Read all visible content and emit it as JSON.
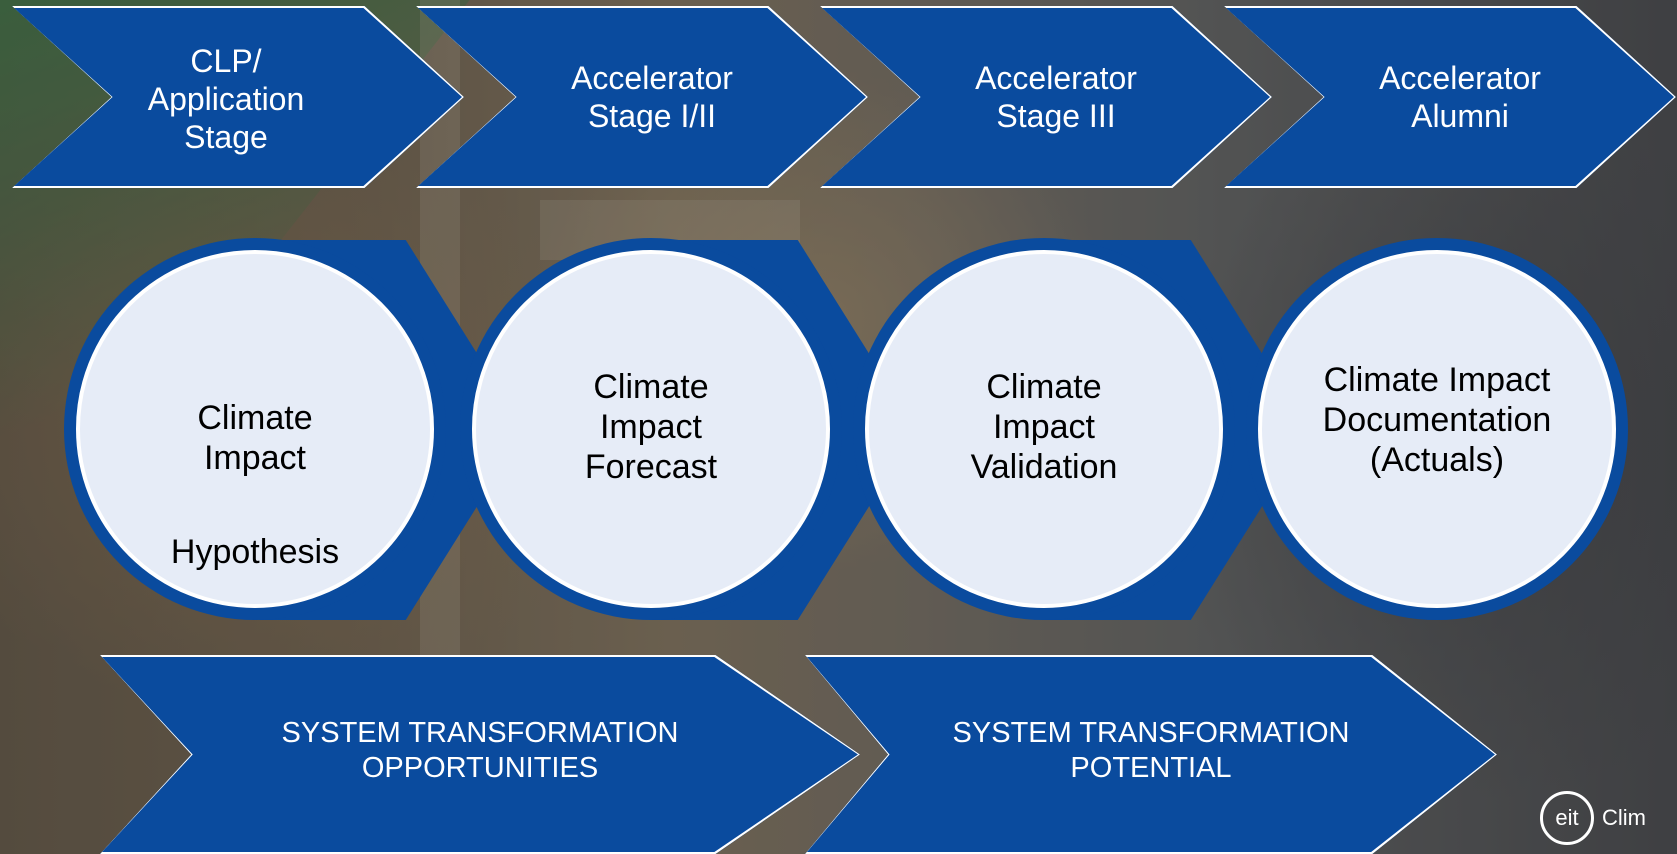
{
  "top_stages": [
    {
      "label": "CLP/\nApplication\nStage"
    },
    {
      "label": "Accelerator\nStage I/II"
    },
    {
      "label": "Accelerator\nStage III"
    },
    {
      "label": "Accelerator\nAlumni"
    }
  ],
  "impact_circles": [
    {
      "line1": "Climate\nImpact",
      "line2": "Hypothesis"
    },
    {
      "label": "Climate\nImpact\nForecast"
    },
    {
      "label": "Climate\nImpact\nValidation"
    },
    {
      "label": "Climate Impact\nDocumentation\n(Actuals)"
    }
  ],
  "bottom_arrows": [
    {
      "label": "SYSTEM TRANSFORMATION\nOPPORTUNITIES"
    },
    {
      "label": "SYSTEM TRANSFORMATION\nPOTENTIAL"
    }
  ],
  "logo": {
    "mark": "eit",
    "text": "Clim"
  },
  "colors": {
    "shape_blue": "#0a4b9e",
    "circle_fill": "#e6ecf7",
    "outline": "#ffffff"
  }
}
